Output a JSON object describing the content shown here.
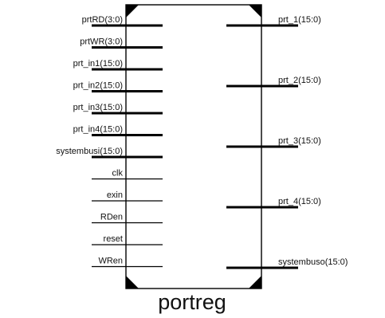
{
  "symbol": {
    "name": "portreg",
    "inputs": [
      {
        "label": "prtRD(3:0)",
        "bus": true
      },
      {
        "label": "prtWR(3:0)",
        "bus": true
      },
      {
        "label": "prt_in1(15:0)",
        "bus": true
      },
      {
        "label": "prt_in2(15:0)",
        "bus": true
      },
      {
        "label": "prt_in3(15:0)",
        "bus": true
      },
      {
        "label": "prt_in4(15:0)",
        "bus": true
      },
      {
        "label": "systembusi(15:0)",
        "bus": true
      },
      {
        "label": "clk",
        "bus": false
      },
      {
        "label": "exin",
        "bus": false
      },
      {
        "label": "RDen",
        "bus": false
      },
      {
        "label": "reset",
        "bus": false
      },
      {
        "label": "WRen",
        "bus": false
      }
    ],
    "outputs": [
      {
        "label": "prt_1(15:0)",
        "bus": true
      },
      {
        "label": "prt_2(15:0)",
        "bus": true
      },
      {
        "label": "prt_3(15:0)",
        "bus": true
      },
      {
        "label": "prt_4(15:0)",
        "bus": true
      },
      {
        "label": "systembuso(15:0)",
        "bus": true
      }
    ]
  },
  "colors": {
    "line": "#000000",
    "text": "#111111",
    "background": "#ffffff"
  }
}
